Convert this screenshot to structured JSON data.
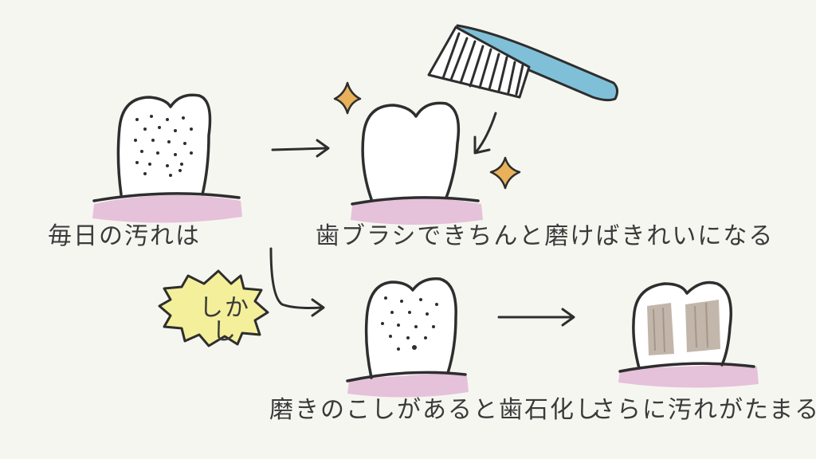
{
  "captions": {
    "daily_plaque": "毎日の汚れは",
    "brushing_clean": "歯ブラシできちんと磨けばきれいになる",
    "missed_spots": "磨きのこしがあると歯石化し",
    "plaque_builds": "さらに汚れがたまる"
  },
  "badge": {
    "text": "しかし"
  },
  "colors": {
    "ink": "#2e2e2e",
    "gum": "#e3b7d6",
    "toothbrush_handle": "#7fc0d8",
    "sparkle": "#e8b15a",
    "badge_fill": "#f4ef9a",
    "tartar": "#b8aa9c"
  },
  "icons": [
    "tooth-icon",
    "toothbrush-icon",
    "sparkle-icon",
    "arrow-icon",
    "burst-badge-icon"
  ]
}
